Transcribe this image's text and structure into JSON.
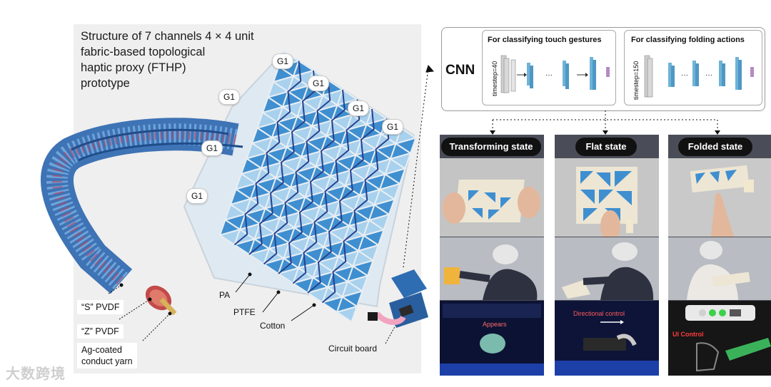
{
  "title_lines": [
    "Structure of 7 channels 4 × 4 unit",
    "fabric-based topological",
    "haptic proxy (FTHP)",
    "prototype"
  ],
  "g1_label": "G1",
  "labels": {
    "pa": "PA",
    "ptfe": "PTFE",
    "cotton": "Cotton",
    "circuit_board": "Circuit board",
    "s_pvdf": "“S” PVDF",
    "z_pvdf": "“Z” PVDF",
    "ag_line1": "Ag-coated",
    "ag_line2": "conduct yarn"
  },
  "cnn": {
    "label": "CNN",
    "touch_title": "For classifying touch gestures",
    "fold_title": "For classifying folding actions",
    "touch_timestep": "timestep=40",
    "fold_timestep": "timestep=150"
  },
  "states": [
    "Transforming state",
    "Flat state",
    "Folded state"
  ],
  "vr_labels": {
    "transforming": "Appears",
    "flat": "Directional control",
    "folded": "UI Control"
  },
  "watermark": "大数跨境",
  "colors": {
    "tile_dark": "#3f8fd0",
    "tile_light": "#a8d1ee",
    "wire": "#27418f",
    "cable": "#4d87c8"
  }
}
